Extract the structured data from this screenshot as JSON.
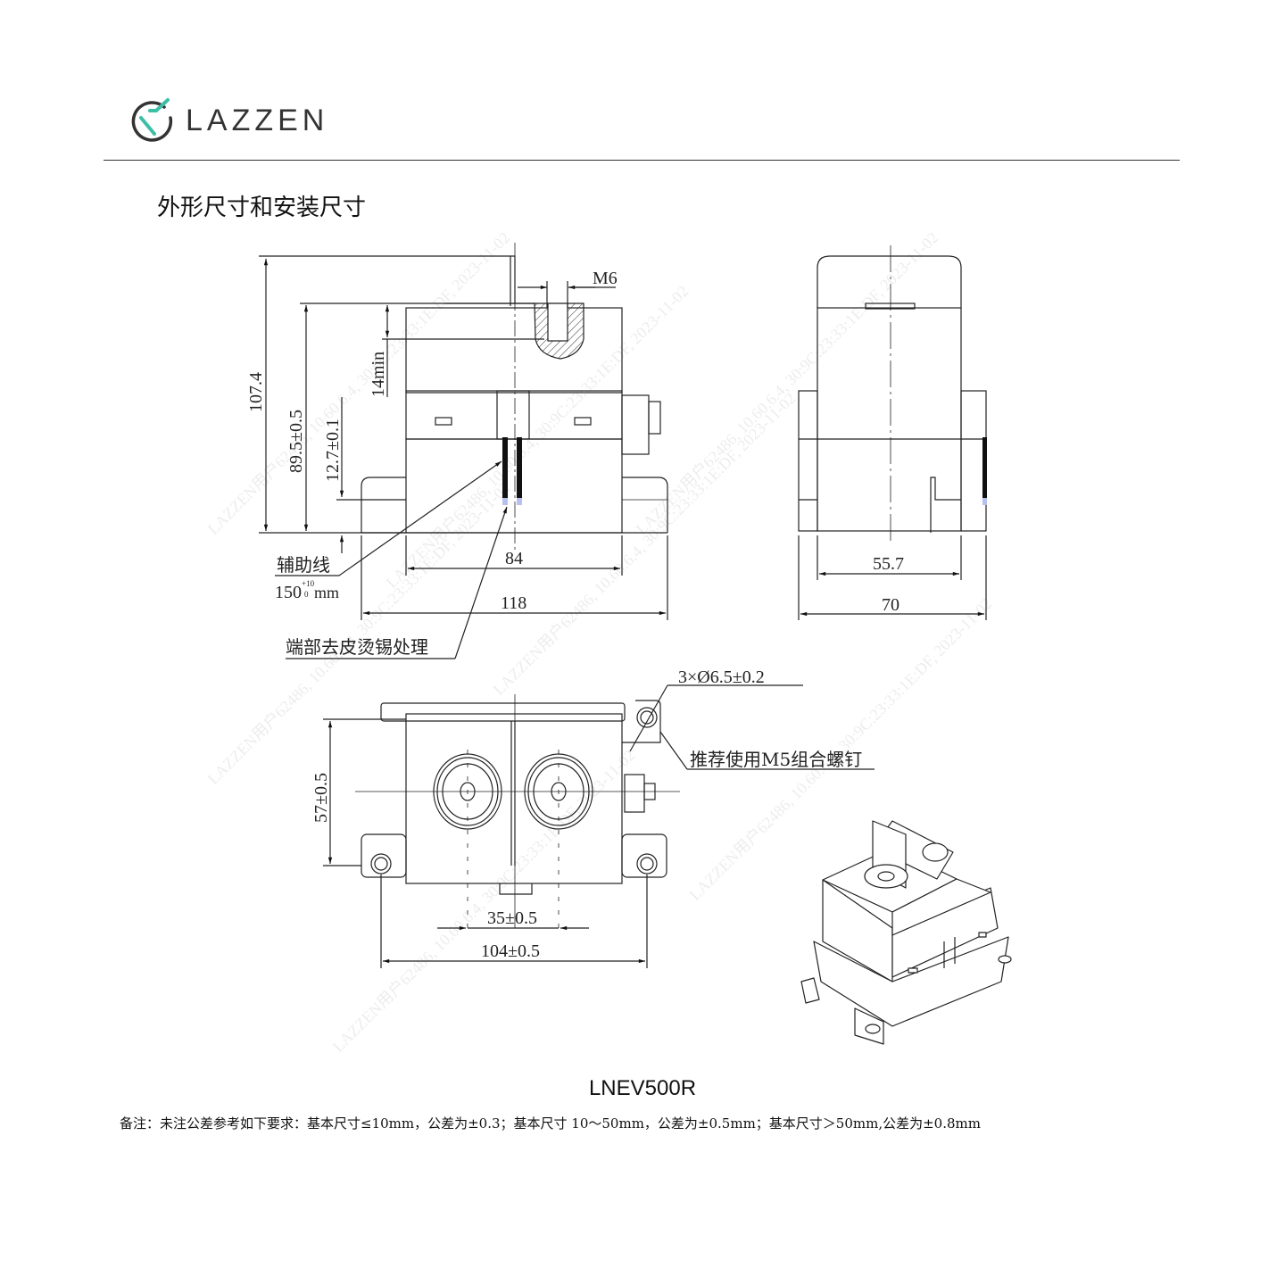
{
  "header": {
    "brand": "LAZZEN",
    "brand_colors": {
      "ring": "#333333",
      "check": "#3dbfa7"
    }
  },
  "section_title": "外形尺寸和安装尺寸",
  "front_view": {
    "dims": {
      "height_total": "107.4",
      "height_body": "89.5±0.5",
      "height_lead": "12.7±0.1",
      "thread_depth": "14min",
      "thread": "M6",
      "width_body": "84",
      "width_total": "118"
    },
    "callouts": {
      "aux_wire": "辅助线",
      "aux_wire_length": "150",
      "aux_wire_tol_upper": "+10",
      "aux_wire_tol_lower": "0",
      "aux_wire_unit": "mm",
      "tinning": "端部去皮烫锡处理"
    }
  },
  "side_view": {
    "dims": {
      "inner_width": "55.7",
      "outer_width": "70"
    }
  },
  "top_view": {
    "dims": {
      "holes": "3×Ø6.5±0.2",
      "depth": "57±0.5",
      "terminal_pitch": "35±0.5",
      "hole_pitch": "104±0.5"
    },
    "callouts": {
      "screw": "推荐使用M5组合螺钉"
    }
  },
  "model": "LNEV500R",
  "note": "备注：未注公差参考如下要求：基本尺寸≤10mm，公差为±0.3；基本尺寸 10～50mm，公差为±0.5mm；基本尺寸＞50mm,公差为±0.8mm"
}
